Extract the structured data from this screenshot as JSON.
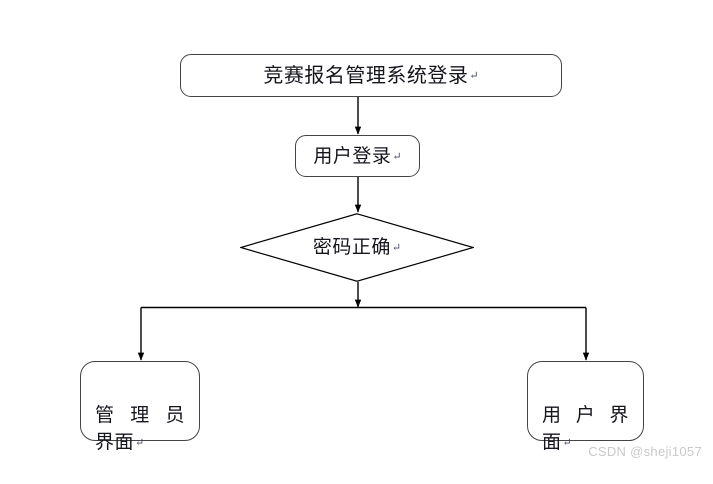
{
  "diagram": {
    "type": "flowchart",
    "title_node": {
      "id": "node-title",
      "shape": "rounded-rectangle",
      "text": "竞赛报名管理系统登录",
      "mark": "↵"
    },
    "nodes": [
      {
        "id": "node-userlogin",
        "shape": "rounded-rectangle",
        "text": "用户登录",
        "mark": "↵"
      },
      {
        "id": "node-decision",
        "shape": "diamond",
        "text": "密码正确",
        "mark": "↵"
      },
      {
        "id": "node-admin",
        "shape": "rounded-rectangle",
        "line1": "管 理 员",
        "line2": "界面",
        "mark": "↵"
      },
      {
        "id": "node-user",
        "shape": "rounded-rectangle",
        "line1": "用 户 界",
        "line2": "面",
        "mark": "↵"
      }
    ],
    "edges": [
      {
        "from": "node-title",
        "to": "node-userlogin",
        "style": "arrow-down"
      },
      {
        "from": "node-userlogin",
        "to": "node-decision",
        "style": "arrow-down"
      },
      {
        "from": "node-decision",
        "to": "branch-bus",
        "style": "arrow-down"
      },
      {
        "from": "branch-bus",
        "to": "node-admin",
        "style": "elbow-arrow-down-left"
      },
      {
        "from": "branch-bus",
        "to": "node-user",
        "style": "elbow-arrow-down-right"
      }
    ],
    "colors": {
      "background": "#ffffff",
      "stroke": "#444444",
      "edge": "#000000",
      "text": "#15161c",
      "mark": "#4a4f6a",
      "watermark": "#c9c9c9"
    }
  },
  "watermark": {
    "text": "CSDN @sheji1057"
  }
}
